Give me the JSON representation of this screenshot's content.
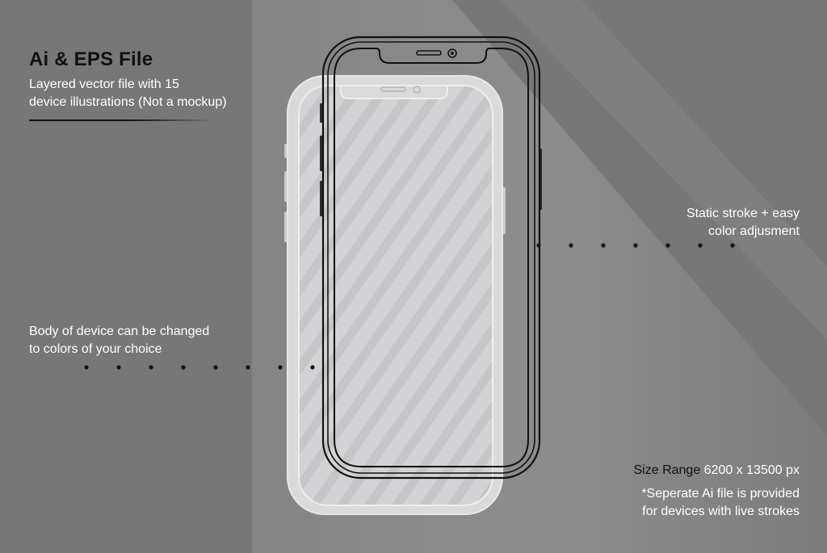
{
  "heading": "Ai & EPS File",
  "subheading_line1": "Layered vector file with 15",
  "subheading_line2": "device illustrations (Not a mockup)",
  "annotations": {
    "stroke_line1": "Static stroke + easy",
    "stroke_line2": "color adjusment",
    "body_line1": "Body of device can be changed",
    "body_line2": "to colors of your choice",
    "size_label": "Size Range",
    "size_value": "6200 x 13500 px",
    "file_line1": "*Seperate Ai file is provided",
    "file_line2": "for devices with live strokes"
  },
  "colors": {
    "background": "#777777",
    "outline_device_stroke": "#111111",
    "filled_device": "#d2d2d4",
    "heading_text": "#111111",
    "body_text": "#ffffff"
  },
  "icons": [
    "phone-outline-icon",
    "phone-filled-icon",
    "speaker-grille-icon",
    "camera-lens-icon",
    "dotted-leader-icon"
  ]
}
